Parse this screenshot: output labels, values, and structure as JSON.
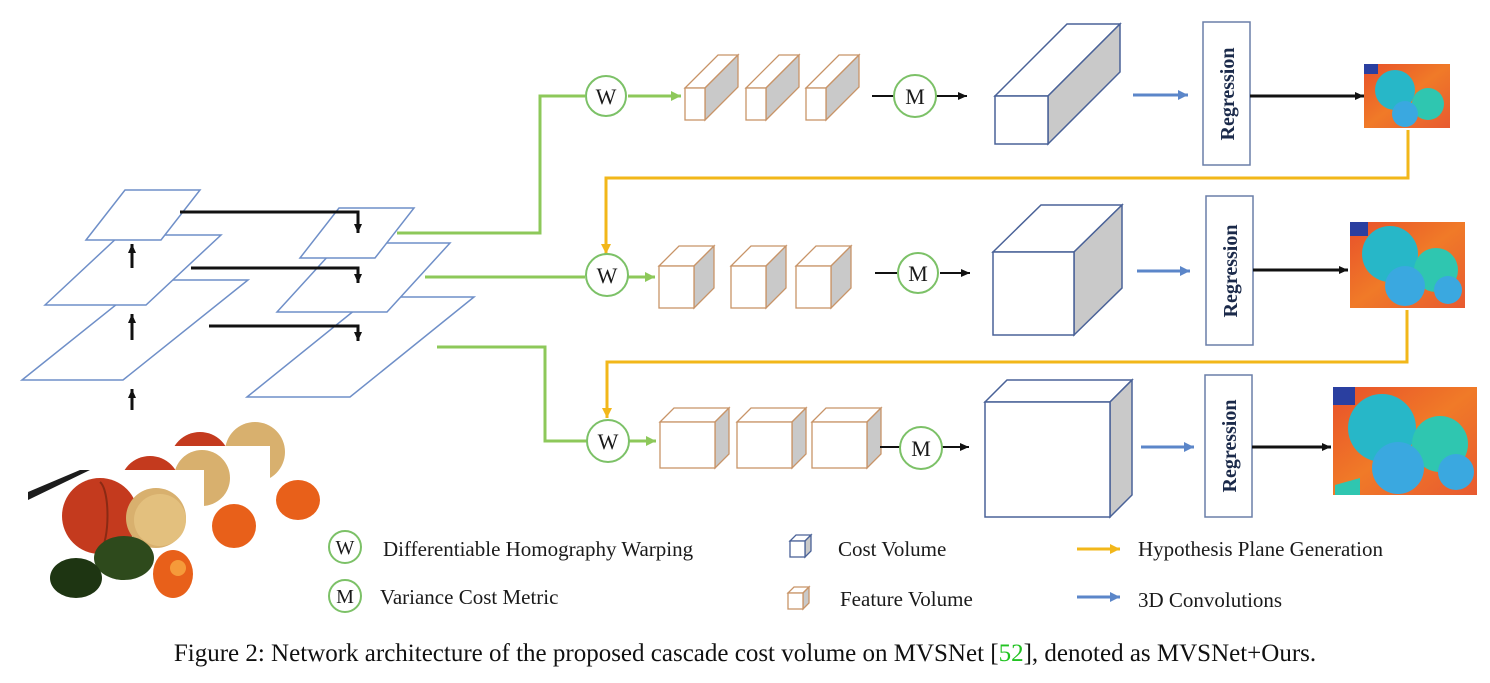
{
  "circle_labels": {
    "warp": "W",
    "metric": "M"
  },
  "regression_label": "Regression",
  "legend": {
    "warp_label": "Differentiable Homography Warping",
    "metric_label": "Variance Cost Metric",
    "cost_volume_label": "Cost Volume",
    "feature_volume_label": "Feature Volume",
    "hypothesis_label": "Hypothesis Plane Generation",
    "conv_label": "3D Convolutions"
  },
  "caption": {
    "prefix": "Figure 2: Network architecture of the proposed cascade cost volume on MVSNet [",
    "citation": "52",
    "suffix": "], denoted as MVSNet+Ours."
  },
  "colors": {
    "plane_stroke": "#6f8fc8",
    "green_arrow": "#8dc85a",
    "yellow_arrow": "#f2b71a",
    "blue_arrow": "#5b86c9",
    "feature_stroke": "#c89468",
    "cost_stroke": "#4a6298",
    "cost_side": "#c9c9c9",
    "circle_stroke": "#7cc167",
    "citation": "#22c322"
  }
}
